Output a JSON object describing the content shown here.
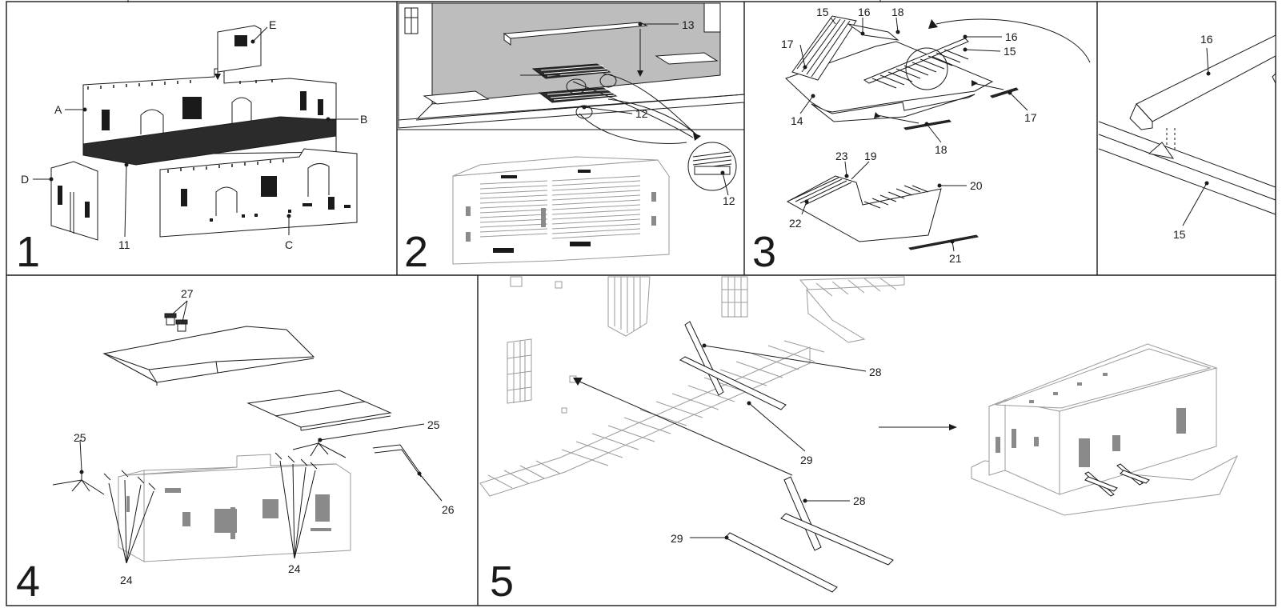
{
  "colors": {
    "ink": "#1a1a1a",
    "floor": "#2b2b2b",
    "shade": "#bdbdbd",
    "paper": "#ffffff"
  },
  "steps": [
    {
      "number": "1",
      "labels": {
        "a": "A",
        "b": "B",
        "c": "C",
        "d": "D",
        "e": "E",
        "floor": "11"
      }
    },
    {
      "number": "2",
      "labels": {
        "beam": "13",
        "grate": "12",
        "detail": "12"
      }
    },
    {
      "number": "3",
      "labels": {
        "p15a": "15",
        "p16a": "16",
        "p18a": "18",
        "p17a": "17",
        "p16b": "16",
        "p15b": "15",
        "p14": "14",
        "p17b": "17",
        "p18b": "18",
        "p23": "23",
        "p19": "19",
        "p20": "20",
        "p22": "22",
        "p21": "21"
      }
    },
    {
      "number": "",
      "labels": {
        "p16": "16",
        "p15": "15"
      }
    },
    {
      "number": "4",
      "labels": {
        "p27": "27",
        "p25a": "25",
        "p25b": "25",
        "p26": "26",
        "p24a": "24",
        "p24b": "24"
      }
    },
    {
      "number": "5",
      "labels": {
        "p28a": "28",
        "p29a": "29",
        "p28b": "28",
        "p29b": "29"
      }
    }
  ]
}
